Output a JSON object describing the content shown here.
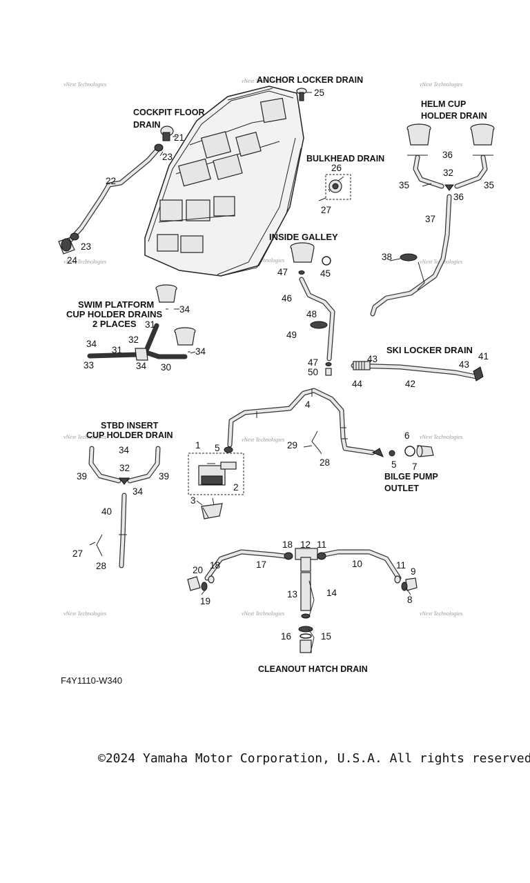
{
  "labels": {
    "anchor_locker_drain": "ANCHOR LOCKER DRAIN",
    "cockpit_floor_1": "COCKPIT FLOOR",
    "cockpit_floor_2": "DRAIN",
    "helm_cup_1": "HELM CUP",
    "helm_cup_2": "HOLDER DRAIN",
    "bulkhead_drain": "BULKHEAD DRAIN",
    "inside_galley": "INSIDE GALLEY",
    "swim_platform_1": "SWIM PLATFORM",
    "swim_platform_2": "CUP HOLDER DRAINS",
    "swim_platform_3": "2 PLACES",
    "ski_locker_drain": "SKI LOCKER DRAIN",
    "stbd_insert_1": "STBD INSERT",
    "stbd_insert_2": "CUP HOLDER DRAIN",
    "bilge_pump_1": "BILGE PUMP",
    "bilge_pump_2": "OUTLET",
    "cleanout_hatch_drain": "CLEANOUT HATCH DRAIN"
  },
  "part_numbers": {
    "n1": "1",
    "n2": "2",
    "n3": "3",
    "n4": "4",
    "n5a": "5",
    "n5b": "5",
    "n6": "6",
    "n7": "7",
    "n8": "8",
    "n9": "9",
    "n10": "10",
    "n11a": "11",
    "n11b": "11",
    "n12": "12",
    "n13": "13",
    "n14": "14",
    "n15": "15",
    "n16": "16",
    "n17": "17",
    "n18a": "18",
    "n18b": "18",
    "n19": "19",
    "n20": "20",
    "n21": "21",
    "n22": "22",
    "n23a": "23",
    "n23b": "23",
    "n24": "24",
    "n25": "25",
    "n26": "26",
    "n27a": "27",
    "n27b": "27",
    "n28a": "28",
    "n28b": "28",
    "n29": "29",
    "n30": "30",
    "n31a": "31",
    "n31b": "31",
    "n32a": "32",
    "n32b": "32",
    "n32c": "32",
    "n33": "33",
    "n34a": "34",
    "n34b": "34",
    "n34c": "34",
    "n34d": "34",
    "n34e": "34",
    "n34f": "34",
    "n35a": "35",
    "n35b": "35",
    "n36a": "36",
    "n36b": "36",
    "n37": "37",
    "n38": "38",
    "n39a": "39",
    "n39b": "39",
    "n40": "40",
    "n41": "41",
    "n42": "42",
    "n43a": "43",
    "n43b": "43",
    "n44": "44",
    "n45": "45",
    "n46": "46",
    "n47a": "47",
    "n47b": "47",
    "n48": "48",
    "n49": "49",
    "n50": "50"
  },
  "watermark_text": "vNext Technologies",
  "diagram_code": "F4Y1110-W340",
  "copyright": "©2024 Yamaha Motor Corporation, U.S.A. All rights reserved."
}
